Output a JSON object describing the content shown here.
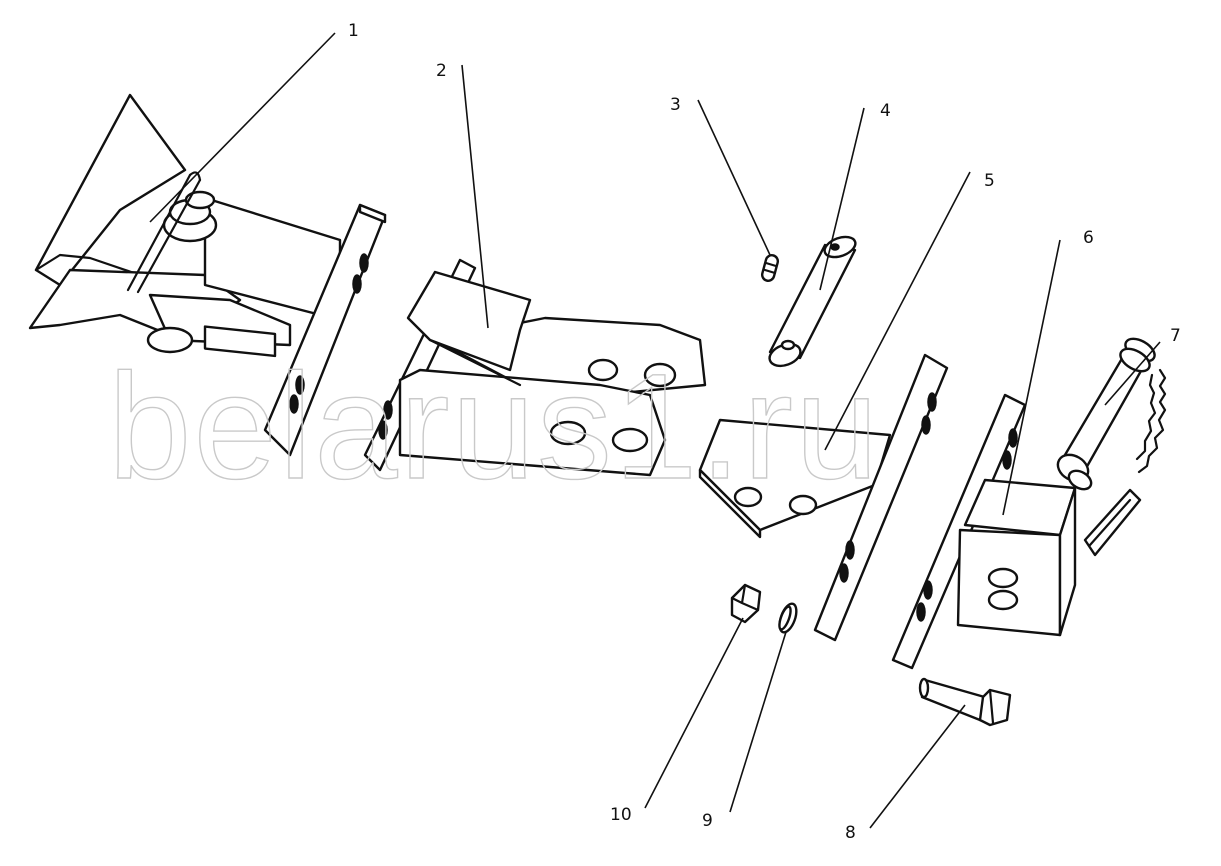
{
  "watermark": "belarus1.ru",
  "callouts": [
    {
      "id": "1",
      "label": "1"
    },
    {
      "id": "2",
      "label": "2"
    },
    {
      "id": "3",
      "label": "3"
    },
    {
      "id": "4",
      "label": "4"
    },
    {
      "id": "5",
      "label": "5"
    },
    {
      "id": "6",
      "label": "6"
    },
    {
      "id": "7",
      "label": "7"
    },
    {
      "id": "8",
      "label": "8"
    },
    {
      "id": "9",
      "label": "9"
    },
    {
      "id": "10",
      "label": "10"
    }
  ],
  "colors": {
    "ink": "#111111",
    "watermark": "#c9c9c9",
    "background": "#ffffff"
  }
}
